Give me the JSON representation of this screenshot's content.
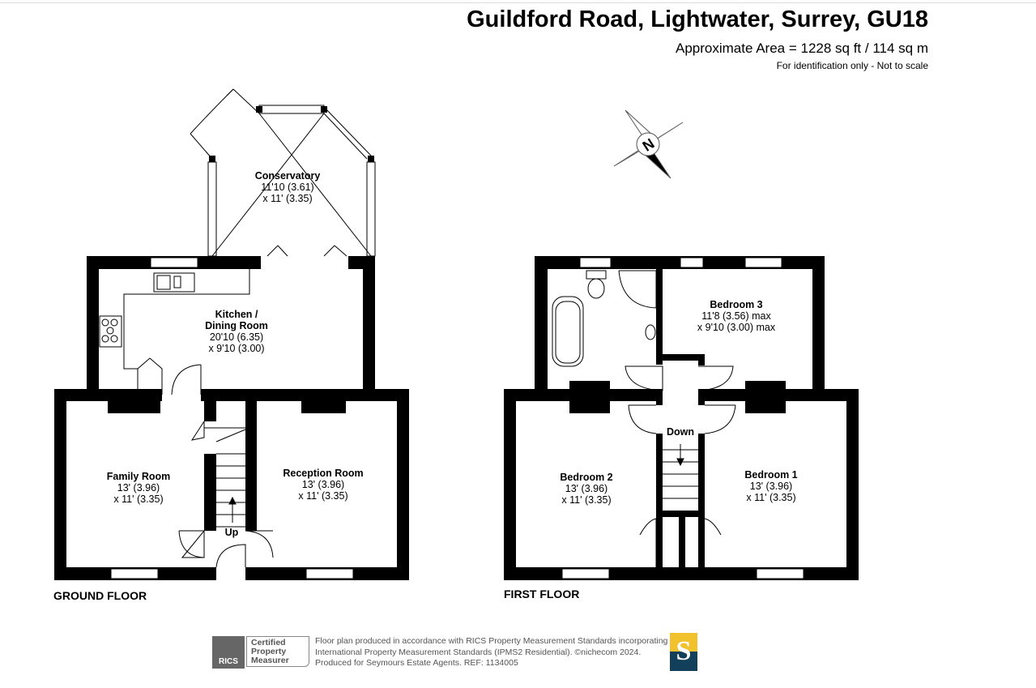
{
  "header": {
    "title": "Guildford Road, Lightwater, Surrey, GU18",
    "area": "Approximate Area = 1228 sq ft / 114 sq m",
    "note": "For identification only - Not to scale"
  },
  "compass": {
    "label": "N"
  },
  "ground_floor": {
    "label": "GROUND FLOOR",
    "rooms": [
      {
        "name": "Conservatory",
        "dim1": "11'10 (3.61)",
        "dim2": "x 11' (3.35)"
      },
      {
        "name": "Kitchen /",
        "name2": "Dining Room",
        "dim1": "20'10 (6.35)",
        "dim2": "x 9'10 (3.00)"
      },
      {
        "name": "Family Room",
        "dim1": "13' (3.96)",
        "dim2": "x 11' (3.35)"
      },
      {
        "name": "Reception Room",
        "dim1": "13' (3.96)",
        "dim2": "x 11' (3.35)"
      }
    ],
    "stairs": "Up"
  },
  "first_floor": {
    "label": "FIRST FLOOR",
    "rooms": [
      {
        "name": "Bedroom 3",
        "dim1": "11'8 (3.56) max",
        "dim2": "x 9'10 (3.00) max"
      },
      {
        "name": "Bedroom 2",
        "dim1": "13' (3.96)",
        "dim2": "x 11' (3.35)"
      },
      {
        "name": "Bedroom 1",
        "dim1": "13' (3.96)",
        "dim2": "x 11' (3.35)"
      }
    ],
    "stairs": "Down"
  },
  "footer": {
    "rics_logo": "RICS",
    "rics_badge": [
      "Certified",
      "Property",
      "Measurer"
    ],
    "lines": [
      "Floor plan produced in accordance with RICS Property Measurement Standards incorporating",
      "International Property Measurement Standards (IPMS2 Residential).  ©nichecom 2024.",
      "Produced for Seymours Estate Agents.   REF: 1134005"
    ],
    "agent_logo": "S"
  },
  "colors": {
    "wall": "#000000",
    "agent_yellow": "#f2c12e",
    "agent_navy": "#12405a"
  }
}
